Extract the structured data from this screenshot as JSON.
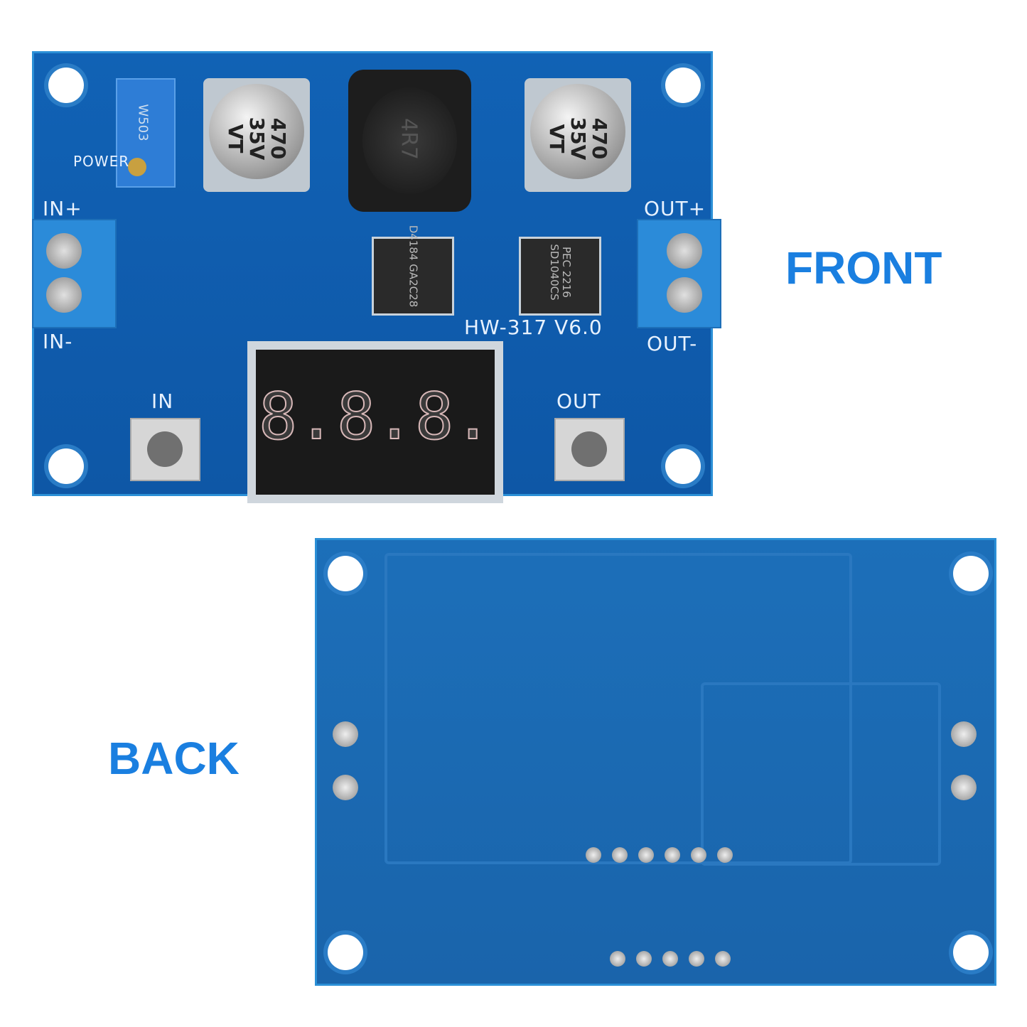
{
  "labels": {
    "front": "FRONT",
    "back": "BACK"
  },
  "front_board": {
    "model": "HW-317 V6.0",
    "in_plus": "IN+",
    "in_minus": "IN-",
    "out_plus": "OUT+",
    "out_minus": "OUT-",
    "power": "POWER",
    "in": "IN",
    "out": "OUT",
    "capacitor_text": "470 35V VT",
    "inductor_text": "4R7",
    "potentiometer_text": "W503",
    "mosfet_text": "D4184 GA2C28",
    "diode_text": "PEC 2216 SD1040CS",
    "display_digits": [
      "8.",
      "8.",
      "8."
    ],
    "board_color": "#1162b5"
  },
  "label_color": "#1a7fe0"
}
